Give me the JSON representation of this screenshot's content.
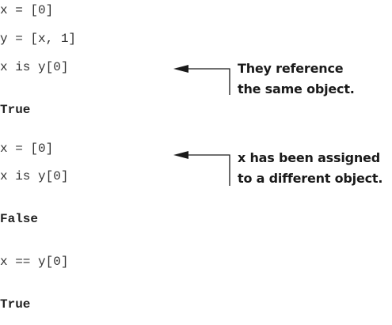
{
  "code_blocks": [
    {
      "lines": [
        "x = [0]",
        "y = [x, 1]",
        "x is y[0]"
      ],
      "output": "True"
    },
    {
      "lines": [
        "x = [0]",
        "x is y[0]"
      ],
      "output": "False"
    },
    {
      "lines": [
        "x == y[0]"
      ],
      "output": "True"
    }
  ],
  "annotations": [
    {
      "lines": [
        "They reference",
        "the same object."
      ]
    },
    {
      "lines": [
        "x has been assigned",
        "to a different object."
      ]
    }
  ]
}
